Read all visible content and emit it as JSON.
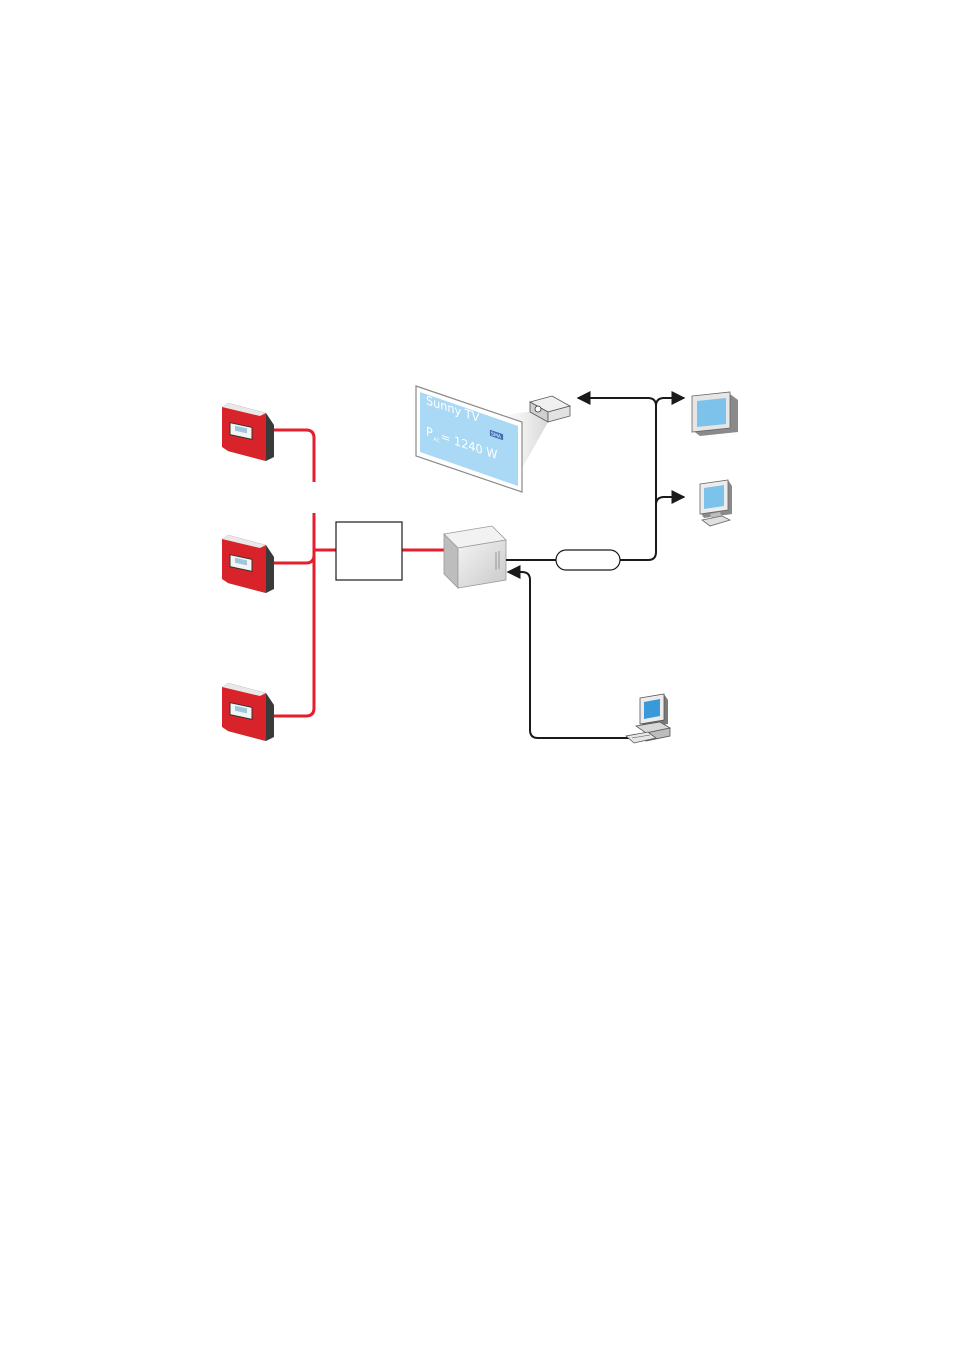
{
  "screen": {
    "title": "Sunny TV",
    "power_symbol": "P",
    "power_subscript": "AC",
    "power_value": "= 1240 W",
    "logo": "SMA"
  },
  "colors": {
    "red_line": "#e31e2d",
    "inverter_red": "#d8232a",
    "screen_blue": "#a9d9f5",
    "monitor_blue": "#7cc2ea",
    "device_gray": "#d9d9d9"
  }
}
